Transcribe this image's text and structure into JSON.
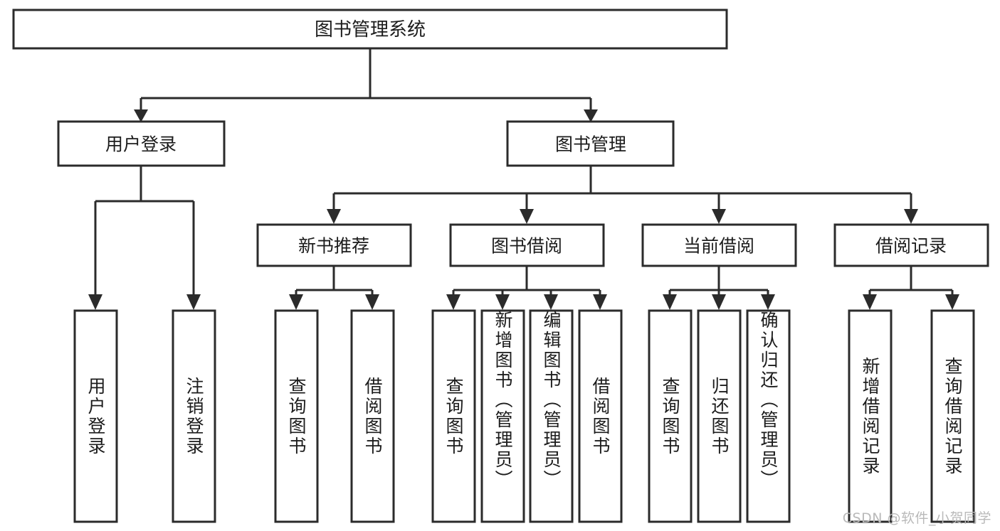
{
  "diagram": {
    "title": "图书管理系统",
    "type": "tree",
    "watermark": "CSDN @软件_小贺同学",
    "colors": {
      "box_stroke": "#2b2b2b",
      "box_fill": "#ffffff",
      "connector": "#2b2b2b",
      "text": "#1c1c1c",
      "watermark": "#b9b9b9",
      "background": "#ffffff"
    },
    "levels": {
      "root": {
        "label": "图书管理系统"
      },
      "level2": [
        {
          "id": "user-login",
          "label": "用户登录"
        },
        {
          "id": "book-management",
          "label": "图书管理"
        }
      ],
      "level3": [
        {
          "id": "new-book-recommend",
          "label": "新书推荐",
          "parent": "book-management"
        },
        {
          "id": "book-borrow",
          "label": "图书借阅",
          "parent": "book-management"
        },
        {
          "id": "current-borrow",
          "label": "当前借阅",
          "parent": "book-management"
        },
        {
          "id": "borrow-record",
          "label": "借阅记录",
          "parent": "book-management"
        }
      ],
      "leaves": [
        {
          "id": "leaf-user-login",
          "label": "用户登录",
          "parent": "user-login"
        },
        {
          "id": "leaf-user-logout",
          "label": "注销登录",
          "parent": "user-login"
        },
        {
          "id": "leaf-query-book-1",
          "label": "查询图书",
          "parent": "new-book-recommend"
        },
        {
          "id": "leaf-borrow-book-1",
          "label": "借阅图书",
          "parent": "new-book-recommend"
        },
        {
          "id": "leaf-query-book-2",
          "label": "查询图书",
          "parent": "book-borrow"
        },
        {
          "id": "leaf-add-book",
          "label": "新增图书（管理员）",
          "parent": "book-borrow"
        },
        {
          "id": "leaf-edit-book",
          "label": "编辑图书（管理员）",
          "parent": "book-borrow"
        },
        {
          "id": "leaf-borrow-book-2",
          "label": "借阅图书",
          "parent": "book-borrow"
        },
        {
          "id": "leaf-query-book-3",
          "label": "查询图书",
          "parent": "current-borrow"
        },
        {
          "id": "leaf-return-book",
          "label": "归还图书",
          "parent": "current-borrow"
        },
        {
          "id": "leaf-confirm-return",
          "label": "确认归还（管理员）",
          "parent": "current-borrow"
        },
        {
          "id": "leaf-add-record",
          "label": "新增借阅记录",
          "parent": "borrow-record"
        },
        {
          "id": "leaf-query-record",
          "label": "查询借阅记录",
          "parent": "borrow-record"
        }
      ]
    }
  }
}
